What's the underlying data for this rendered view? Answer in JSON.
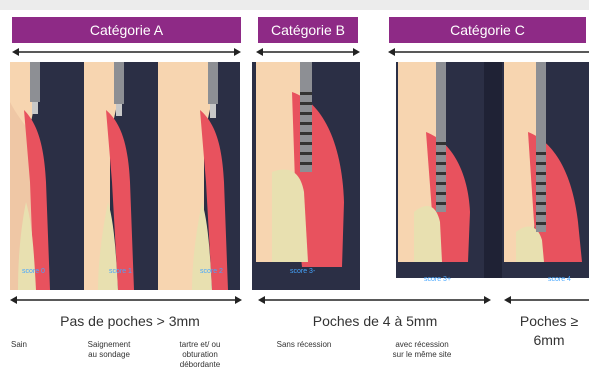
{
  "categories": [
    {
      "id": "a",
      "label": "Catégorie A"
    },
    {
      "id": "b",
      "label": "Catégorie B"
    },
    {
      "id": "c",
      "label": "Catégorie C"
    }
  ],
  "scores": [
    "score 0",
    "score 1",
    "score 2",
    "score 3-",
    "score 3+",
    "score 4"
  ],
  "groups": [
    {
      "label": "Pas de poches > 3mm"
    },
    {
      "label": "Poches de 4 à 5mm"
    },
    {
      "label_line1": "Poches ≥",
      "label_line2": "6mm"
    }
  ],
  "descriptions": {
    "sain": "Sain",
    "saignement_1": "Saignement",
    "saignement_2": "au sondage",
    "tartre_1": "tartre et/ ou",
    "tartre_2": "obturation",
    "tartre_3": "débordante",
    "sans_recession": "Sans récession",
    "avec_recession_1": "avec récession",
    "avec_recession_2": "sur le même site"
  },
  "colors": {
    "category_bg": "#8e2a86",
    "panel_bg": "#2b2f45",
    "gum": "#e8525e",
    "score_text": "#45a6ff"
  }
}
